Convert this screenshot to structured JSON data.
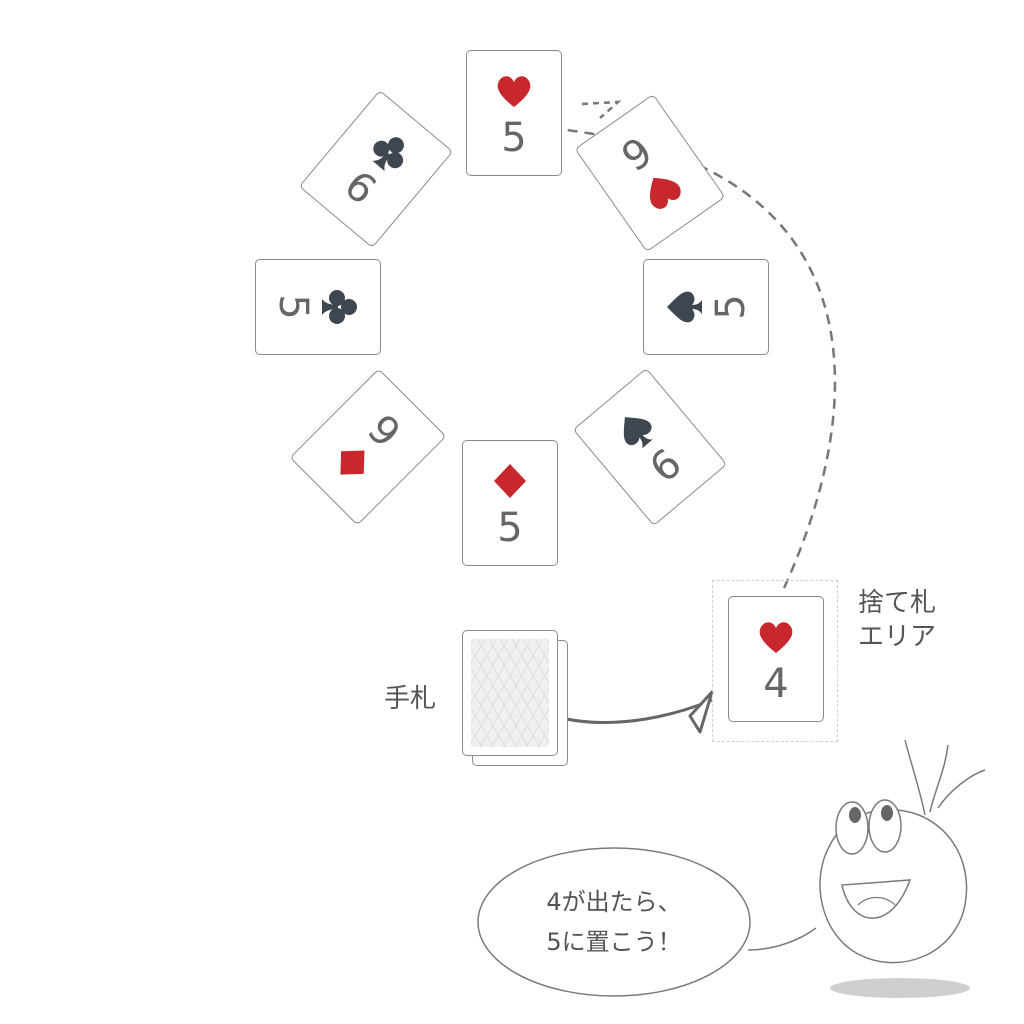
{
  "table_cards": [
    {
      "id": "top",
      "rank": "5",
      "suit": "heart",
      "color": "#c8282d"
    },
    {
      "id": "top-right",
      "rank": "6",
      "suit": "heart",
      "color": "#c8282d"
    },
    {
      "id": "right",
      "rank": "5",
      "suit": "spade",
      "color": "#3e474f"
    },
    {
      "id": "bottom-right",
      "rank": "6",
      "suit": "spade",
      "color": "#3e474f"
    },
    {
      "id": "bottom",
      "rank": "5",
      "suit": "diamond",
      "color": "#c8282d"
    },
    {
      "id": "bottom-left",
      "rank": "6",
      "suit": "diamond",
      "color": "#c8282d"
    },
    {
      "id": "left",
      "rank": "5",
      "suit": "club",
      "color": "#3e474f"
    },
    {
      "id": "top-left",
      "rank": "6",
      "suit": "club",
      "color": "#3e474f"
    }
  ],
  "discard": {
    "label_line1": "捨て札",
    "label_line2": "エリア",
    "card": {
      "rank": "4",
      "suit": "heart",
      "color": "#c8282d"
    }
  },
  "hand": {
    "label": "手札"
  },
  "speech": {
    "line1": "4が出たら、",
    "line2": "5に置こう！"
  }
}
